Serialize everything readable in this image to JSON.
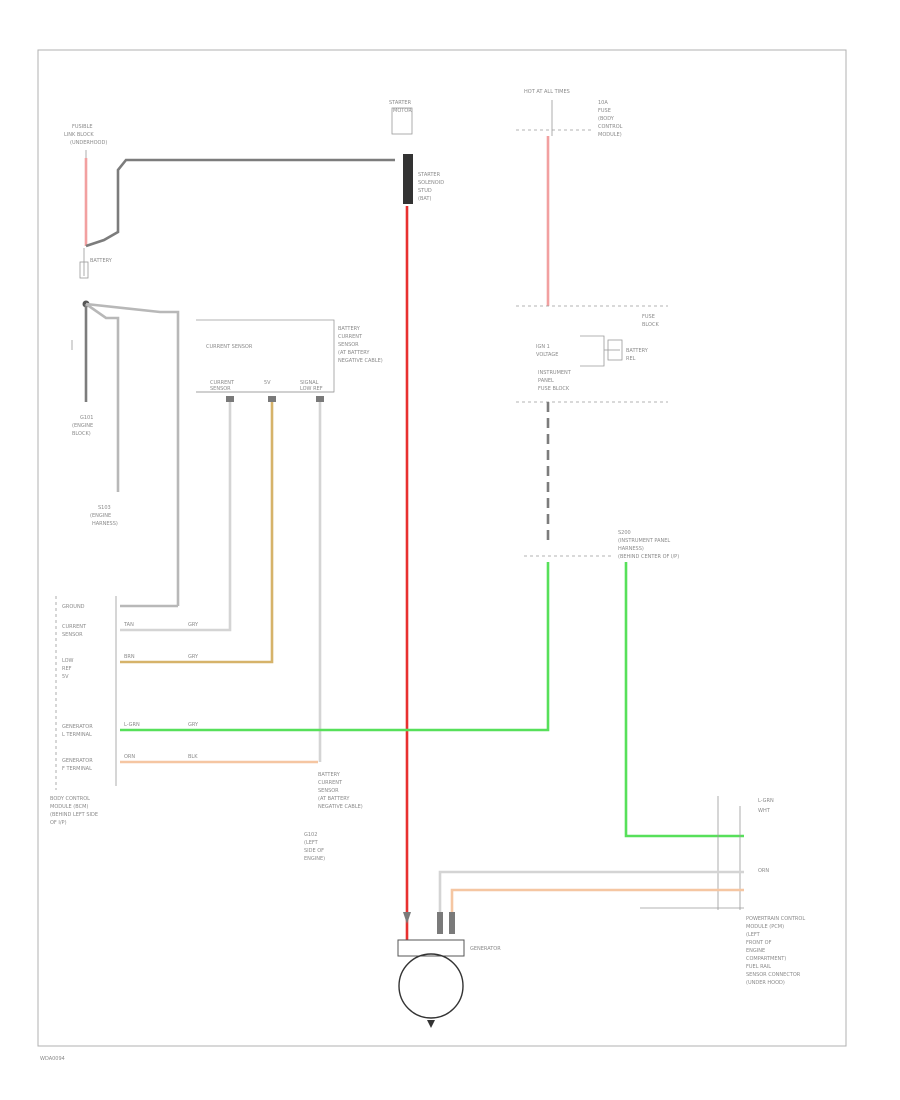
{
  "wire_colors": {
    "red": "#f2a0a0",
    "red_main": "#e8302f",
    "black": "#7c7c7c",
    "gray": "#b8b8b8",
    "white": "#d4d4d4",
    "yellow": "#d6b36a",
    "green": "#57e05a",
    "orange": "#f5c6a2"
  },
  "labels": {
    "fuse_block": [
      "FUSIBLE",
      "LINK BLOCK",
      "(UNDERHOOD)"
    ],
    "battery": "BATTERY",
    "starter": [
      "STARTER",
      "MOTOR"
    ],
    "starter_solenoid": [
      "STARTER",
      "SOLENOID",
      "STUD",
      "(BAT)"
    ],
    "fuse_header": "HOT AT ALL TIMES",
    "fuse_info": [
      "10A",
      "FUSE",
      "(BODY",
      "CONTROL",
      "MODULE)"
    ],
    "fuse_block2": [
      "FUSE",
      "BLOCK"
    ],
    "ground_junction": [
      "G101",
      "(ENGINE",
      "BLOCK)"
    ],
    "left_splice": [
      "S103",
      "(ENGINE",
      "HARNESS)"
    ],
    "current_sensor": "CURRENT SENSOR",
    "sensor_pins": [
      "CURRENT",
      "SENSOR",
      "5V",
      "SIGNAL",
      "LOW REF"
    ],
    "sensor_desc": [
      "BATTERY",
      "CURRENT",
      "SENSOR",
      "(AT BATTERY",
      "NEGATIVE CABLE)"
    ],
    "relay_block": [
      "INSTRUMENT",
      "PANEL",
      "FUSE BLOCK"
    ],
    "relay_pins": [
      "IGN 1",
      "VOLTAGE"
    ],
    "relay_inner": [
      "BATTERY",
      "REL"
    ],
    "harness_splice": [
      "S200",
      "(INSTRUMENT PANEL",
      "HARNESS)",
      "(BEHIND CENTER OF I/P)"
    ],
    "bcm_pins": [
      "GROUND",
      "CURRENT",
      "SENSOR",
      "LOW",
      "REF",
      "5V",
      "GENERATOR",
      "L TERMINAL",
      "GENERATOR",
      "F TERMINAL"
    ],
    "bcm_title": [
      "BODY CONTROL",
      "MODULE (BCM)",
      "(BEHIND LEFT SIDE",
      "OF I/P)"
    ],
    "bcm_wire_tags": [
      "TAN",
      "GRY",
      "BRN",
      "GRY",
      "L-GRN",
      "GRY",
      "ORN",
      "BLK"
    ],
    "ground_bottom": [
      "G102",
      "(LEFT",
      "SIDE OF",
      "ENGINE)"
    ],
    "generator": "GENERATOR",
    "pcm_pins": [
      "L-GRN",
      "WHT",
      "ORN"
    ],
    "pcm_title": [
      "POWERTRAIN CONTROL",
      "MODULE (PCM)",
      "(LEFT",
      "FRONT OF",
      "ENGINE",
      "COMPARTMENT)",
      "FUEL RAIL",
      "SENSOR CONNECTOR",
      "(UNDER HOOD)"
    ],
    "footer": "WDA0094"
  }
}
